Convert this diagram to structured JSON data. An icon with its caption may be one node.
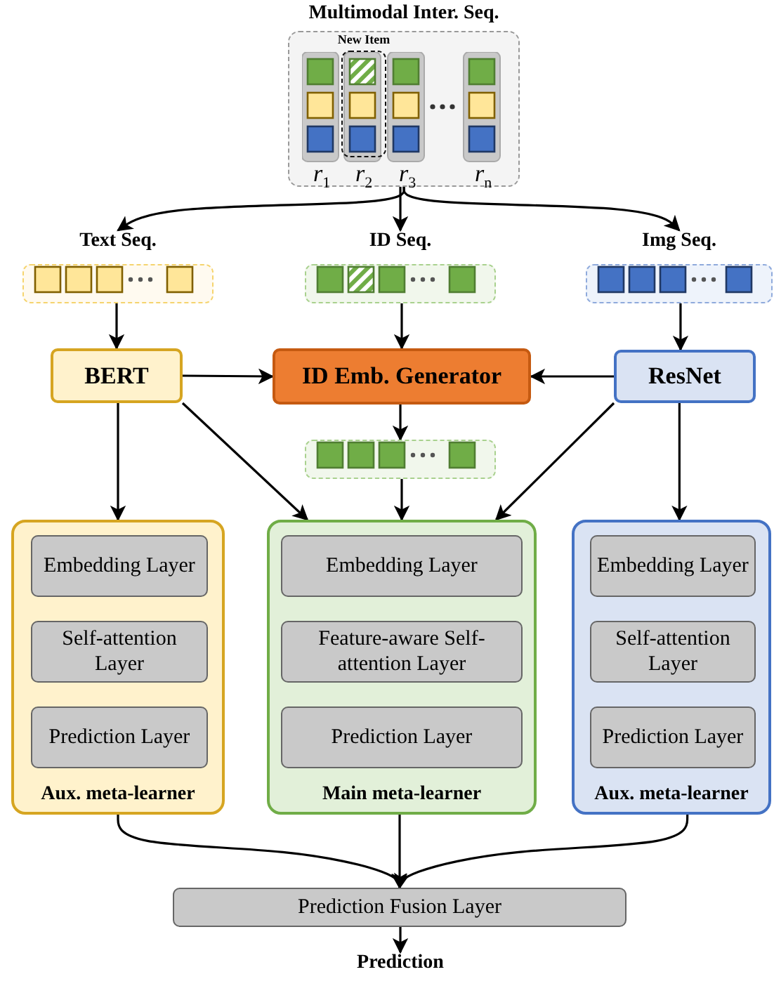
{
  "diagram": {
    "nodes": [
      {
        "text": [
          "Multimodal Inter. Seq."
        ]
      },
      {
        "text": [
          "New Item"
        ],
        "in": 0
      },
      {
        "text": [
          "Text Seq."
        ]
      },
      {
        "text": [
          "ID Seq."
        ]
      },
      {
        "text": [
          "Img Seq."
        ]
      },
      {
        "text": [
          "BERT"
        ]
      },
      {
        "text": [
          "ID Emb. Generator"
        ]
      },
      {
        "text": [
          "ResNet"
        ]
      },
      {
        "text": [],
        "shape": "bar"
      },
      {
        "text": [
          "Aux. meta-learner"
        ]
      },
      {
        "text": [
          "Embedding Layer"
        ],
        "in": 9
      },
      {
        "text": [
          "Self-attention Layer"
        ],
        "in": 9
      },
      {
        "text": [
          "Prediction Layer"
        ],
        "in": 9
      },
      {
        "text": [
          "Main meta-learner"
        ]
      },
      {
        "text": [
          "Embedding Layer"
        ],
        "in": 13
      },
      {
        "text": [
          "Feature-aware Self-attention Layer"
        ],
        "in": 13
      },
      {
        "text": [
          "Prediction Layer"
        ],
        "in": 13
      },
      {
        "text": [
          "Aux. meta-learner"
        ]
      },
      {
        "text": [
          "Embedding Layer"
        ],
        "in": 17
      },
      {
        "text": [
          "Self-attention Layer"
        ],
        "in": 17
      },
      {
        "text": [
          "Prediction Layer"
        ],
        "in": 17
      },
      {
        "text": [
          "Prediction Fusion Layer"
        ]
      },
      {
        "text": [
          "Prediction"
        ]
      }
    ],
    "edges": [
      {
        "from": 0,
        "to": 2,
        "arrow": "to"
      },
      {
        "from": 0,
        "to": 3,
        "arrow": "to"
      },
      {
        "from": 0,
        "to": 4,
        "arrow": "to"
      },
      {
        "from": 2,
        "to": 5,
        "arrow": "to"
      },
      {
        "from": 3,
        "to": 6,
        "arrow": "to"
      },
      {
        "from": 4,
        "to": 7,
        "arrow": "to"
      },
      {
        "from": 5,
        "to": 6,
        "arrow": "to"
      },
      {
        "from": 7,
        "to": 6,
        "arrow": "to"
      },
      {
        "from": 6,
        "to": 8,
        "arrow": "to"
      },
      {
        "from": 5,
        "to": 9,
        "arrow": "to"
      },
      {
        "from": 5,
        "to": 13,
        "arrow": "to"
      },
      {
        "from": 8,
        "to": 13,
        "arrow": "to"
      },
      {
        "from": 7,
        "to": 13,
        "arrow": "to"
      },
      {
        "from": 7,
        "to": 17,
        "arrow": "to"
      },
      {
        "from": 9,
        "to": 21,
        "arrow": "to"
      },
      {
        "from": 13,
        "to": 21,
        "arrow": "to"
      },
      {
        "from": 17,
        "to": 21,
        "arrow": "to"
      },
      {
        "from": 21,
        "to": 22,
        "arrow": "to"
      }
    ],
    "labels": [
      "r$_{1}$",
      "r$_{2}$",
      "r$_{3}$",
      "r$_{n}$"
    ]
  }
}
